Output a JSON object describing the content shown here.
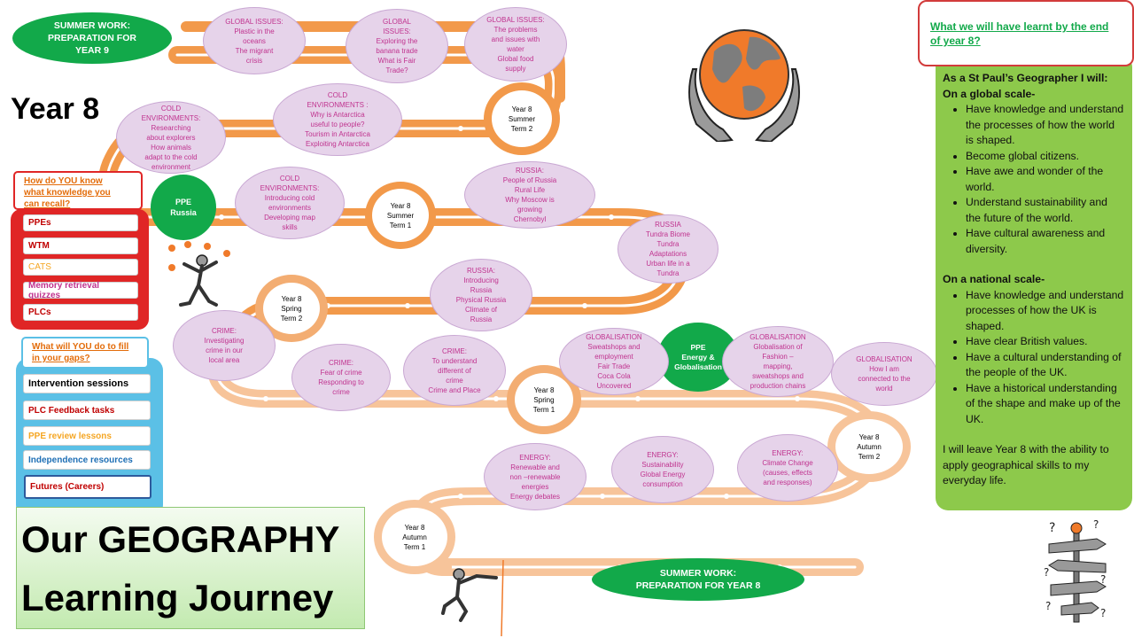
{
  "page": {
    "year_label": "Year 8",
    "title_line1": "Our GEOGRAPHY",
    "title_line2": "Learning Journey"
  },
  "summer_work_top": "SUMMER WORK:\nPREPARATION  FOR\nYEAR 9",
  "summer_work_bottom": "SUMMER  WORK:\nPREPARATION  FOR YEAR 8",
  "ppe_russia": "PPE\nRussia",
  "ppe_energy": "PPE\nEnergy &\nGlobalisation",
  "terms": {
    "summer2": "Year 8\nSummer\nTerm 2",
    "summer1": "Year 8\nSummer\nTerm 1",
    "spring2": "Year 8\nSpring\nTerm 2",
    "spring1": "Year 8\nSpring\nTerm 1",
    "autumn2": "Year 8\nAutumn\nTerm 2",
    "autumn1": "Year 8\nAutumn\nTerm 1"
  },
  "topics": {
    "global1": "GLOBAL ISSUES:\nPlastic in the\noceans\nThe migrant\ncrisis",
    "global2": "GLOBAL\nISSUES:\nExploring the\nbanana trade\nWhat is Fair\nTrade?",
    "global3": "GLOBAL ISSUES:\nThe problems\nand issues with\nwater\nGlobal food\nsupply",
    "cold1": "COLD\nENVIRONMENTS:\nResearching\nabout explorers\nHow animals\nadapt to the cold\nenvironment",
    "cold2": "COLD\nENVIRONMENTS  :\nWhy is Antarctica\nuseful to people?\nTourism in Antarctica\nExploiting Antarctica",
    "cold3": "COLD\nENVIRONMENTS:\nIntroducing cold\nenvironments\nDeveloping map\nskills",
    "russia1": "RUSSIA:\nPeople of Russia\nRural Life\nWhy Moscow is\ngrowing\nChernobyl",
    "russia2": "RUSSIA\nTundra Biome\nTundra\nAdaptations\nUrban life in a\nTundra",
    "russia3": "RUSSIA:\nIntroducing\nRussia\nPhysical Russia\nClimate of\nRussia",
    "crime1": "CRIME:\nInvestigating\ncrime in our\nlocal area",
    "crime2": "CRIME:\nFear of crime\nResponding to\ncrime",
    "crime3": "CRIME:\nTo understand\ndifferent of\ncrime\nCrime and Place",
    "glob1": "GLOBALISATION\nSweatshops and\nemployment\nFair Trade\nCoca Cola\nUncovered",
    "glob2": "GLOBALISATION\nGlobalisation of\nFashion –\nmapping,\nsweatshops and\nproduction chains",
    "glob3": "GLOBALISATION\nHow I am\nconnected to the\nworld",
    "energy1": "ENERGY:\nRenewable  and\nnon –renewable\nenergies\nEnergy debates",
    "energy2": "ENERGY:\nSustainability\nGlobal Energy\nconsumption",
    "energy3": "ENERGY:\nClimate Change\n(causes, effects\nand responses)"
  },
  "recall": {
    "question": "How do YOU know\nwhat knowledge you\ncan recall?",
    "items": [
      "PPEs",
      "WTM",
      "CATS",
      "Memory retrieval quizzes",
      "PLCs"
    ]
  },
  "gaps": {
    "question": "What will YOU do to fill\nin your gaps?",
    "items": [
      "Intervention sessions",
      "PLC Feedback tasks",
      "PPE review lessons",
      "Independence  resources",
      "Futures (Careers)"
    ]
  },
  "learnt": {
    "heading": "What we will  have learnt by the end\nof year 8?",
    "intro": "As a St Paul’s Geographer I will:",
    "global_heading": "On a global scale-",
    "global_items": [
      "Have knowledge and understand the processes of how the world is shaped.",
      "Become global citizens.",
      "Have awe and wonder of the world.",
      "Understand sustainability and the future of the world.",
      "Have cultural awareness and diversity."
    ],
    "national_heading": "On a national scale-",
    "national_items": [
      "Have knowledge and understand processes of how the UK is shaped.",
      "Have clear British values.",
      "Have a cultural understanding of the people of the UK.",
      "Have a historical understanding of the shape and make up of the UK."
    ],
    "closing": "I will leave Year 8 with the ability to apply geographical skills to my everyday life."
  },
  "colors": {
    "road_dark": "#f2994a",
    "road_light": "#f7c49a",
    "green": "#12a94a",
    "bubble_fill": "#e6d3ea",
    "bubble_text": "#c0338f",
    "red_panel": "#e02626",
    "blue_panel": "#5bc0e6",
    "green_panel": "#8dc94b"
  }
}
